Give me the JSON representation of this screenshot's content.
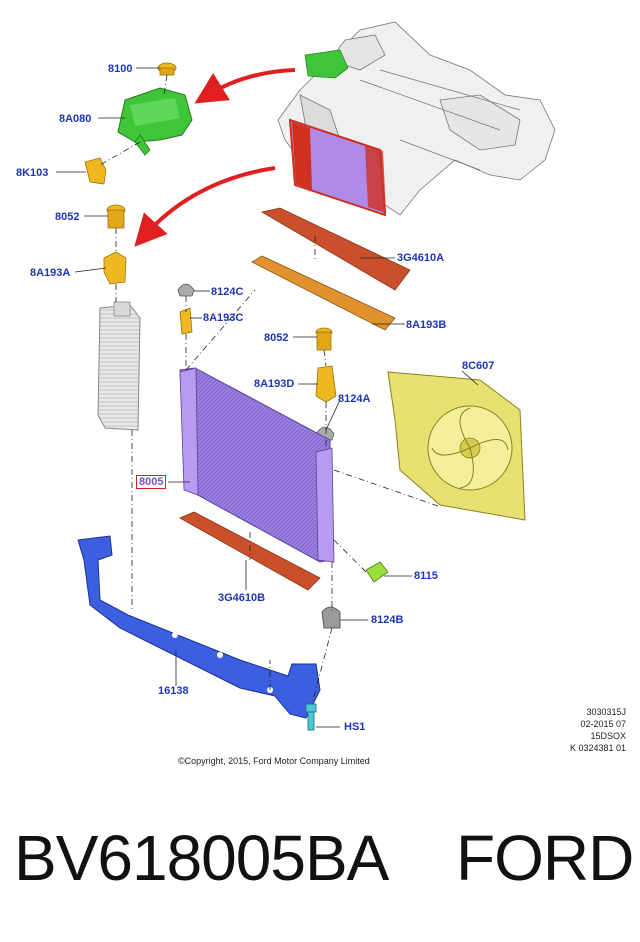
{
  "labels": {
    "p8100": "8100",
    "p8A080": "8A080",
    "p8K103": "8K103",
    "p8052a": "8052",
    "p8A193A": "8A193A",
    "p8124C": "8124C",
    "p8A193C": "8A193C",
    "p3G4610A": "3G4610A",
    "p8A193B": "8A193B",
    "p8052b": "8052",
    "p8C607": "8C607",
    "p8A193D": "8A193D",
    "p8124A": "8124A",
    "p8005": "8005",
    "p8115": "8115",
    "p3G4610B": "3G4610B",
    "p8124B": "8124B",
    "p16138": "16138",
    "pHS1": "HS1"
  },
  "copyright": "©Copyright, 2015, Ford Motor Company Limited",
  "diagram_code": [
    "3030315J",
    "02-2015 07",
    "15DSOX",
    "K 0324381 01"
  ],
  "part_number": "BV618005BA",
  "brand": "FORD",
  "colors": {
    "label": "#1f35b8",
    "highlight_border": "#d32020",
    "arrow": "#e02020",
    "radiator": "#9b7fe0",
    "reservoir": "#3fc43a",
    "fan": "#e8e070",
    "crossmember": "#3b5fe0",
    "seal": "#c9502a",
    "bracket": "#f0b820"
  }
}
